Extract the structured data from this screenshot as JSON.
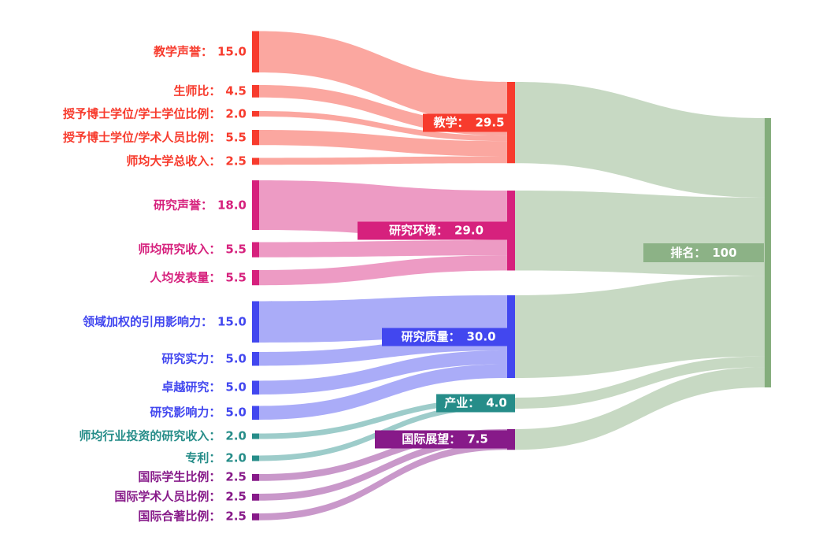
{
  "chart_data": {
    "type": "sankey",
    "title": "",
    "legend_position": "none",
    "grid": false,
    "total": 100,
    "target": {
      "label": "排名：",
      "value": "100",
      "v": 100,
      "bar_color": "#84ad7c",
      "box_color": "#8cb286",
      "flow_color": "#c6d9c0"
    },
    "groups": [
      {
        "label": "教学：",
        "value": "29.5",
        "v": 29.5,
        "color": "#f73b2d",
        "sources": [
          {
            "label": "教学声誉：",
            "value": "15.0",
            "v": 15
          },
          {
            "label": "生师比：",
            "value": "4.5",
            "v": 4.5
          },
          {
            "label": "授予博士学位/学士学位比例：",
            "value": "2.0",
            "v": 2
          },
          {
            "label": "授予博士学位/学术人员比例：",
            "value": "5.5",
            "v": 5.5
          },
          {
            "label": "师均大学总收入：",
            "value": "2.5",
            "v": 2.5
          }
        ]
      },
      {
        "label": "研究环境：",
        "value": "29.0",
        "v": 29,
        "color": "#d6217d",
        "sources": [
          {
            "label": "研究声誉：",
            "value": "18.0",
            "v": 18
          },
          {
            "label": "师均研究收入：",
            "value": "5.5",
            "v": 5.5
          },
          {
            "label": "人均发表量：",
            "value": "5.5",
            "v": 5.5
          }
        ]
      },
      {
        "label": "研究质量：",
        "value": "30.0",
        "v": 30,
        "color": "#4247ef",
        "sources": [
          {
            "label": "领域加权的引用影响力：",
            "value": "15.0",
            "v": 15
          },
          {
            "label": "研究实力：",
            "value": "5.0",
            "v": 5
          },
          {
            "label": "卓越研究：",
            "value": "5.0",
            "v": 5
          },
          {
            "label": "研究影响力：",
            "value": "5.0",
            "v": 5
          }
        ]
      },
      {
        "label": "产业：",
        "value": "4.0",
        "v": 4,
        "color": "#268d89",
        "sources": [
          {
            "label": "师均行业投资的研究收入：",
            "value": "2.0",
            "v": 2
          },
          {
            "label": "专利：",
            "value": "2.0",
            "v": 2
          }
        ]
      },
      {
        "label": "国际展望：",
        "value": "7.5",
        "v": 7.5,
        "color": "#871a89",
        "sources": [
          {
            "label": "国际学生比例：",
            "value": "2.5",
            "v": 2.5
          },
          {
            "label": "国际学术人员比例：",
            "value": "2.5",
            "v": 2.5
          },
          {
            "label": "国际合著比例：",
            "value": "2.5",
            "v": 2.5
          }
        ]
      }
    ]
  }
}
